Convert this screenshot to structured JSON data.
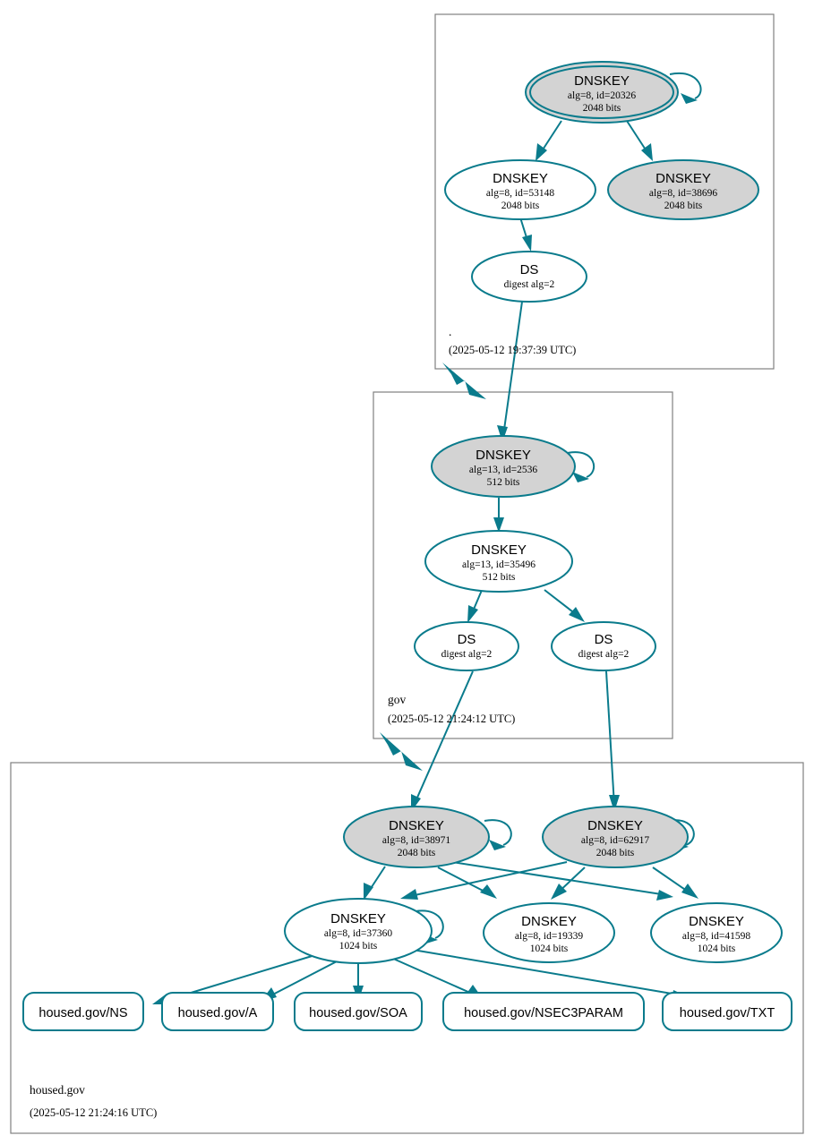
{
  "diagram": {
    "title": "DNSSEC authentication chain for housed.gov",
    "colors": {
      "accent": "#0a7b8c",
      "secure_key_fill": "#d3d3d3",
      "plain_fill": "#ffffff",
      "zone_border": "#808080"
    }
  },
  "zones": [
    {
      "id": "root",
      "name": ".",
      "timestamp": "(2025-05-12 19:37:39 UTC)",
      "nodes": [
        {
          "id": "root-ksk-20326",
          "type": "DNSKEY",
          "title": "DNSKEY",
          "line2": "alg=8, id=20326",
          "line3": "2048 bits",
          "shape": "double-ellipse",
          "fill": "gray"
        },
        {
          "id": "root-zsk-53148",
          "type": "DNSKEY",
          "title": "DNSKEY",
          "line2": "alg=8, id=53148",
          "line3": "2048 bits",
          "shape": "ellipse",
          "fill": "white"
        },
        {
          "id": "root-key-38696",
          "type": "DNSKEY",
          "title": "DNSKEY",
          "line2": "alg=8, id=38696",
          "line3": "2048 bits",
          "shape": "ellipse",
          "fill": "gray"
        },
        {
          "id": "root-ds-gov",
          "type": "DS",
          "title": "DS",
          "line2": "digest alg=2",
          "line3": "",
          "shape": "ellipse",
          "fill": "white"
        }
      ]
    },
    {
      "id": "gov",
      "name": "gov",
      "timestamp": "(2025-05-12 21:24:12 UTC)",
      "nodes": [
        {
          "id": "gov-ksk-2536",
          "type": "DNSKEY",
          "title": "DNSKEY",
          "line2": "alg=13, id=2536",
          "line3": "512 bits",
          "shape": "ellipse",
          "fill": "gray"
        },
        {
          "id": "gov-zsk-35496",
          "type": "DNSKEY",
          "title": "DNSKEY",
          "line2": "alg=13, id=35496",
          "line3": "512 bits",
          "shape": "ellipse",
          "fill": "white"
        },
        {
          "id": "gov-ds-1",
          "type": "DS",
          "title": "DS",
          "line2": "digest alg=2",
          "line3": "",
          "shape": "ellipse",
          "fill": "white"
        },
        {
          "id": "gov-ds-2",
          "type": "DS",
          "title": "DS",
          "line2": "digest alg=2",
          "line3": "",
          "shape": "ellipse",
          "fill": "white"
        }
      ]
    },
    {
      "id": "housed",
      "name": "housed.gov",
      "timestamp": "(2025-05-12 21:24:16 UTC)",
      "nodes": [
        {
          "id": "hg-ksk-38971",
          "type": "DNSKEY",
          "title": "DNSKEY",
          "line2": "alg=8, id=38971",
          "line3": "2048 bits",
          "shape": "ellipse",
          "fill": "gray"
        },
        {
          "id": "hg-ksk-62917",
          "type": "DNSKEY",
          "title": "DNSKEY",
          "line2": "alg=8, id=62917",
          "line3": "2048 bits",
          "shape": "ellipse",
          "fill": "gray"
        },
        {
          "id": "hg-zsk-37360",
          "type": "DNSKEY",
          "title": "DNSKEY",
          "line2": "alg=8, id=37360",
          "line3": "1024 bits",
          "shape": "ellipse",
          "fill": "white"
        },
        {
          "id": "hg-zsk-19339",
          "type": "DNSKEY",
          "title": "DNSKEY",
          "line2": "alg=8, id=19339",
          "line3": "1024 bits",
          "shape": "ellipse",
          "fill": "white"
        },
        {
          "id": "hg-zsk-41598",
          "type": "DNSKEY",
          "title": "DNSKEY",
          "line2": "alg=8, id=41598",
          "line3": "1024 bits",
          "shape": "ellipse",
          "fill": "white"
        }
      ],
      "rrsets": [
        {
          "id": "rr-ns",
          "label": "housed.gov/NS"
        },
        {
          "id": "rr-a",
          "label": "housed.gov/A"
        },
        {
          "id": "rr-soa",
          "label": "housed.gov/SOA"
        },
        {
          "id": "rr-nsec3param",
          "label": "housed.gov/NSEC3PARAM"
        },
        {
          "id": "rr-txt",
          "label": "housed.gov/TXT"
        }
      ]
    }
  ],
  "edges": [
    {
      "from": "root-ksk-20326",
      "to": "root-ksk-20326",
      "kind": "self-sign"
    },
    {
      "from": "root-ksk-20326",
      "to": "root-zsk-53148",
      "kind": "sign"
    },
    {
      "from": "root-ksk-20326",
      "to": "root-key-38696",
      "kind": "sign"
    },
    {
      "from": "root-zsk-53148",
      "to": "root-ds-gov",
      "kind": "sign"
    },
    {
      "from": "root-ds-gov",
      "to": "gov-ksk-2536",
      "kind": "ds-to-key"
    },
    {
      "from": "gov-ksk-2536",
      "to": "gov-ksk-2536",
      "kind": "self-sign"
    },
    {
      "from": "gov-ksk-2536",
      "to": "gov-zsk-35496",
      "kind": "sign"
    },
    {
      "from": "gov-zsk-35496",
      "to": "gov-ds-1",
      "kind": "sign"
    },
    {
      "from": "gov-zsk-35496",
      "to": "gov-ds-2",
      "kind": "sign"
    },
    {
      "from": "gov-ds-1",
      "to": "hg-ksk-38971",
      "kind": "ds-to-key"
    },
    {
      "from": "gov-ds-2",
      "to": "hg-ksk-62917",
      "kind": "ds-to-key"
    },
    {
      "from": "hg-ksk-38971",
      "to": "hg-ksk-38971",
      "kind": "self-sign"
    },
    {
      "from": "hg-ksk-62917",
      "to": "hg-ksk-62917",
      "kind": "self-sign"
    },
    {
      "from": "hg-ksk-38971",
      "to": "hg-zsk-37360",
      "kind": "sign"
    },
    {
      "from": "hg-ksk-38971",
      "to": "hg-zsk-19339",
      "kind": "sign"
    },
    {
      "from": "hg-ksk-38971",
      "to": "hg-zsk-41598",
      "kind": "sign"
    },
    {
      "from": "hg-ksk-62917",
      "to": "hg-zsk-37360",
      "kind": "sign"
    },
    {
      "from": "hg-ksk-62917",
      "to": "hg-zsk-19339",
      "kind": "sign"
    },
    {
      "from": "hg-ksk-62917",
      "to": "hg-zsk-41598",
      "kind": "sign"
    },
    {
      "from": "hg-zsk-37360",
      "to": "hg-zsk-37360",
      "kind": "self-sign"
    },
    {
      "from": "hg-zsk-37360",
      "to": "rr-ns",
      "kind": "sign"
    },
    {
      "from": "hg-zsk-37360",
      "to": "rr-a",
      "kind": "sign"
    },
    {
      "from": "hg-zsk-37360",
      "to": "rr-soa",
      "kind": "sign"
    },
    {
      "from": "hg-zsk-37360",
      "to": "rr-nsec3param",
      "kind": "sign"
    },
    {
      "from": "hg-zsk-37360",
      "to": "rr-txt",
      "kind": "sign"
    },
    {
      "from": "root",
      "to": "gov",
      "kind": "delegation"
    },
    {
      "from": "gov",
      "to": "housed",
      "kind": "delegation"
    }
  ]
}
